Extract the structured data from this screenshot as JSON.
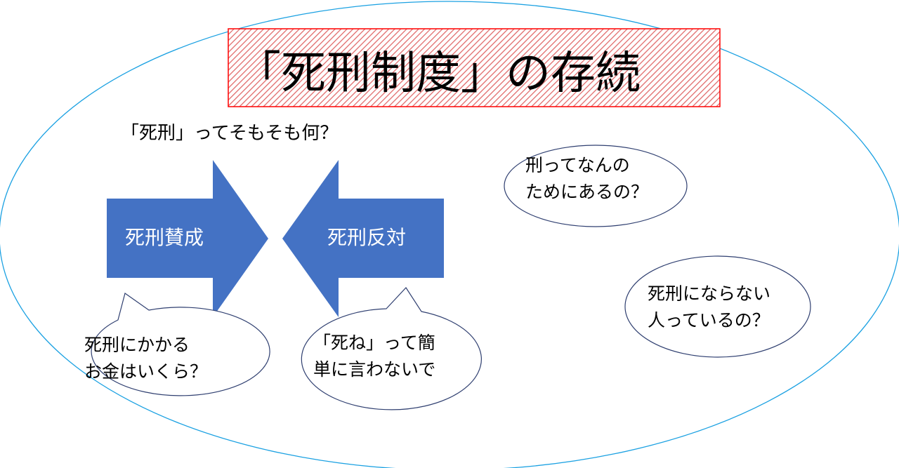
{
  "title": "「死刑制度」の存続",
  "subtitle": "「死刑」ってそもそも何？",
  "arrows": {
    "pro": "死刑賛成",
    "con": "死刑反対"
  },
  "bubbles": {
    "cost": [
      "死刑にかかる",
      "お金はいくら？"
    ],
    "shine": [
      "「死ね」って簡",
      "単に言わないで"
    ],
    "purpose": [
      "刑ってなんの",
      "ためにあるの？"
    ],
    "exempt": [
      "死刑にならない",
      "人っているの？"
    ]
  },
  "colors": {
    "arrow": "#4472C4",
    "frame": "#1BA1E2",
    "title_border": "#FF0000",
    "bubble_stroke": "#2F3F70"
  }
}
